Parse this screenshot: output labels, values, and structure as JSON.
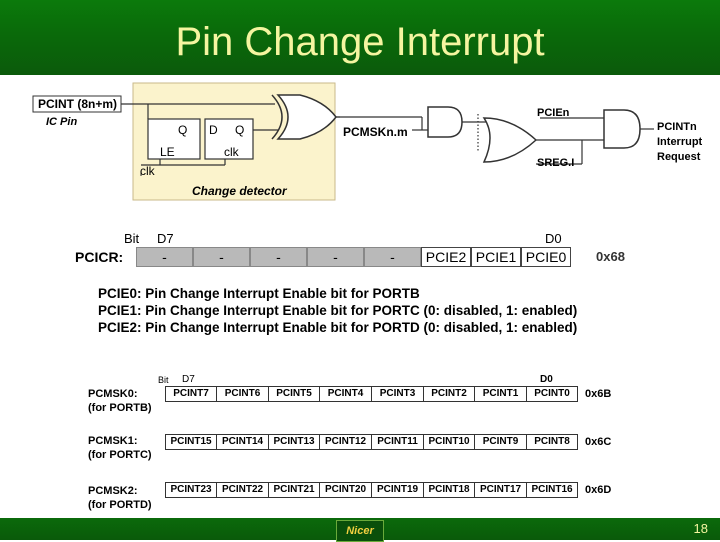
{
  "slide": {
    "title": "Pin Change Interrupt",
    "page_number": "18",
    "logo_text": "Nicer"
  },
  "circuit": {
    "pcint_label": "PCINT (8n+m)",
    "ic_pin": "IC Pin",
    "q1": "Q",
    "d": "D",
    "q2": "Q",
    "le": "LE",
    "clk1": "clk",
    "clk2": "clk",
    "change_detector": "Change detector",
    "pcmsk": "PCMSKn.m",
    "pcie": "PCIEn",
    "sreg": "SREG.I",
    "req1": "PCINTn",
    "req2": "Interrupt",
    "req3": "Request"
  },
  "pcicr": {
    "name": "PCICR:",
    "bit_label": "Bit",
    "d7": "D7",
    "d0": "D0",
    "bits": [
      "-",
      "-",
      "-",
      "-",
      "-",
      "PCIE2",
      "PCIE1",
      "PCIE0"
    ],
    "address": "0x68"
  },
  "descriptions": [
    "PCIE0: Pin Change Interrupt Enable bit for PORTB",
    "PCIE1: Pin Change Interrupt Enable bit for PORTC (0: disabled, 1: enabled)",
    "PCIE2: Pin Change Interrupt Enable bit for PORTD (0: disabled, 1: enabled)"
  ],
  "pcmsk": {
    "bit_label": "Bit",
    "d7": "D7",
    "d0": "D0",
    "registers": [
      {
        "name": "PCMSK0:",
        "port": "(for PORTB)",
        "address": "0x6B",
        "bits": [
          "PCINT7",
          "PCINT6",
          "PCINT5",
          "PCINT4",
          "PCINT3",
          "PCINT2",
          "PCINT1",
          "PCINT0"
        ]
      },
      {
        "name": "PCMSK1:",
        "port": "(for PORTC)",
        "address": "0x6C",
        "bits": [
          "PCINT15",
          "PCINT14",
          "PCINT13",
          "PCINT12",
          "PCINT11",
          "PCINT10",
          "PCINT9",
          "PCINT8"
        ]
      },
      {
        "name": "PCMSK2:",
        "port": "(for PORTD)",
        "address": "0x6D",
        "bits": [
          "PCINT23",
          "PCINT22",
          "PCINT21",
          "PCINT20",
          "PCINT19",
          "PCINT18",
          "PCINT17",
          "PCINT16"
        ]
      }
    ]
  },
  "colors": {
    "title_bg": "#0b6a0b",
    "title_text": "#f5f5a0",
    "detector_bg": "#fbf3cc",
    "dash_cell": "#b9b9b9"
  }
}
